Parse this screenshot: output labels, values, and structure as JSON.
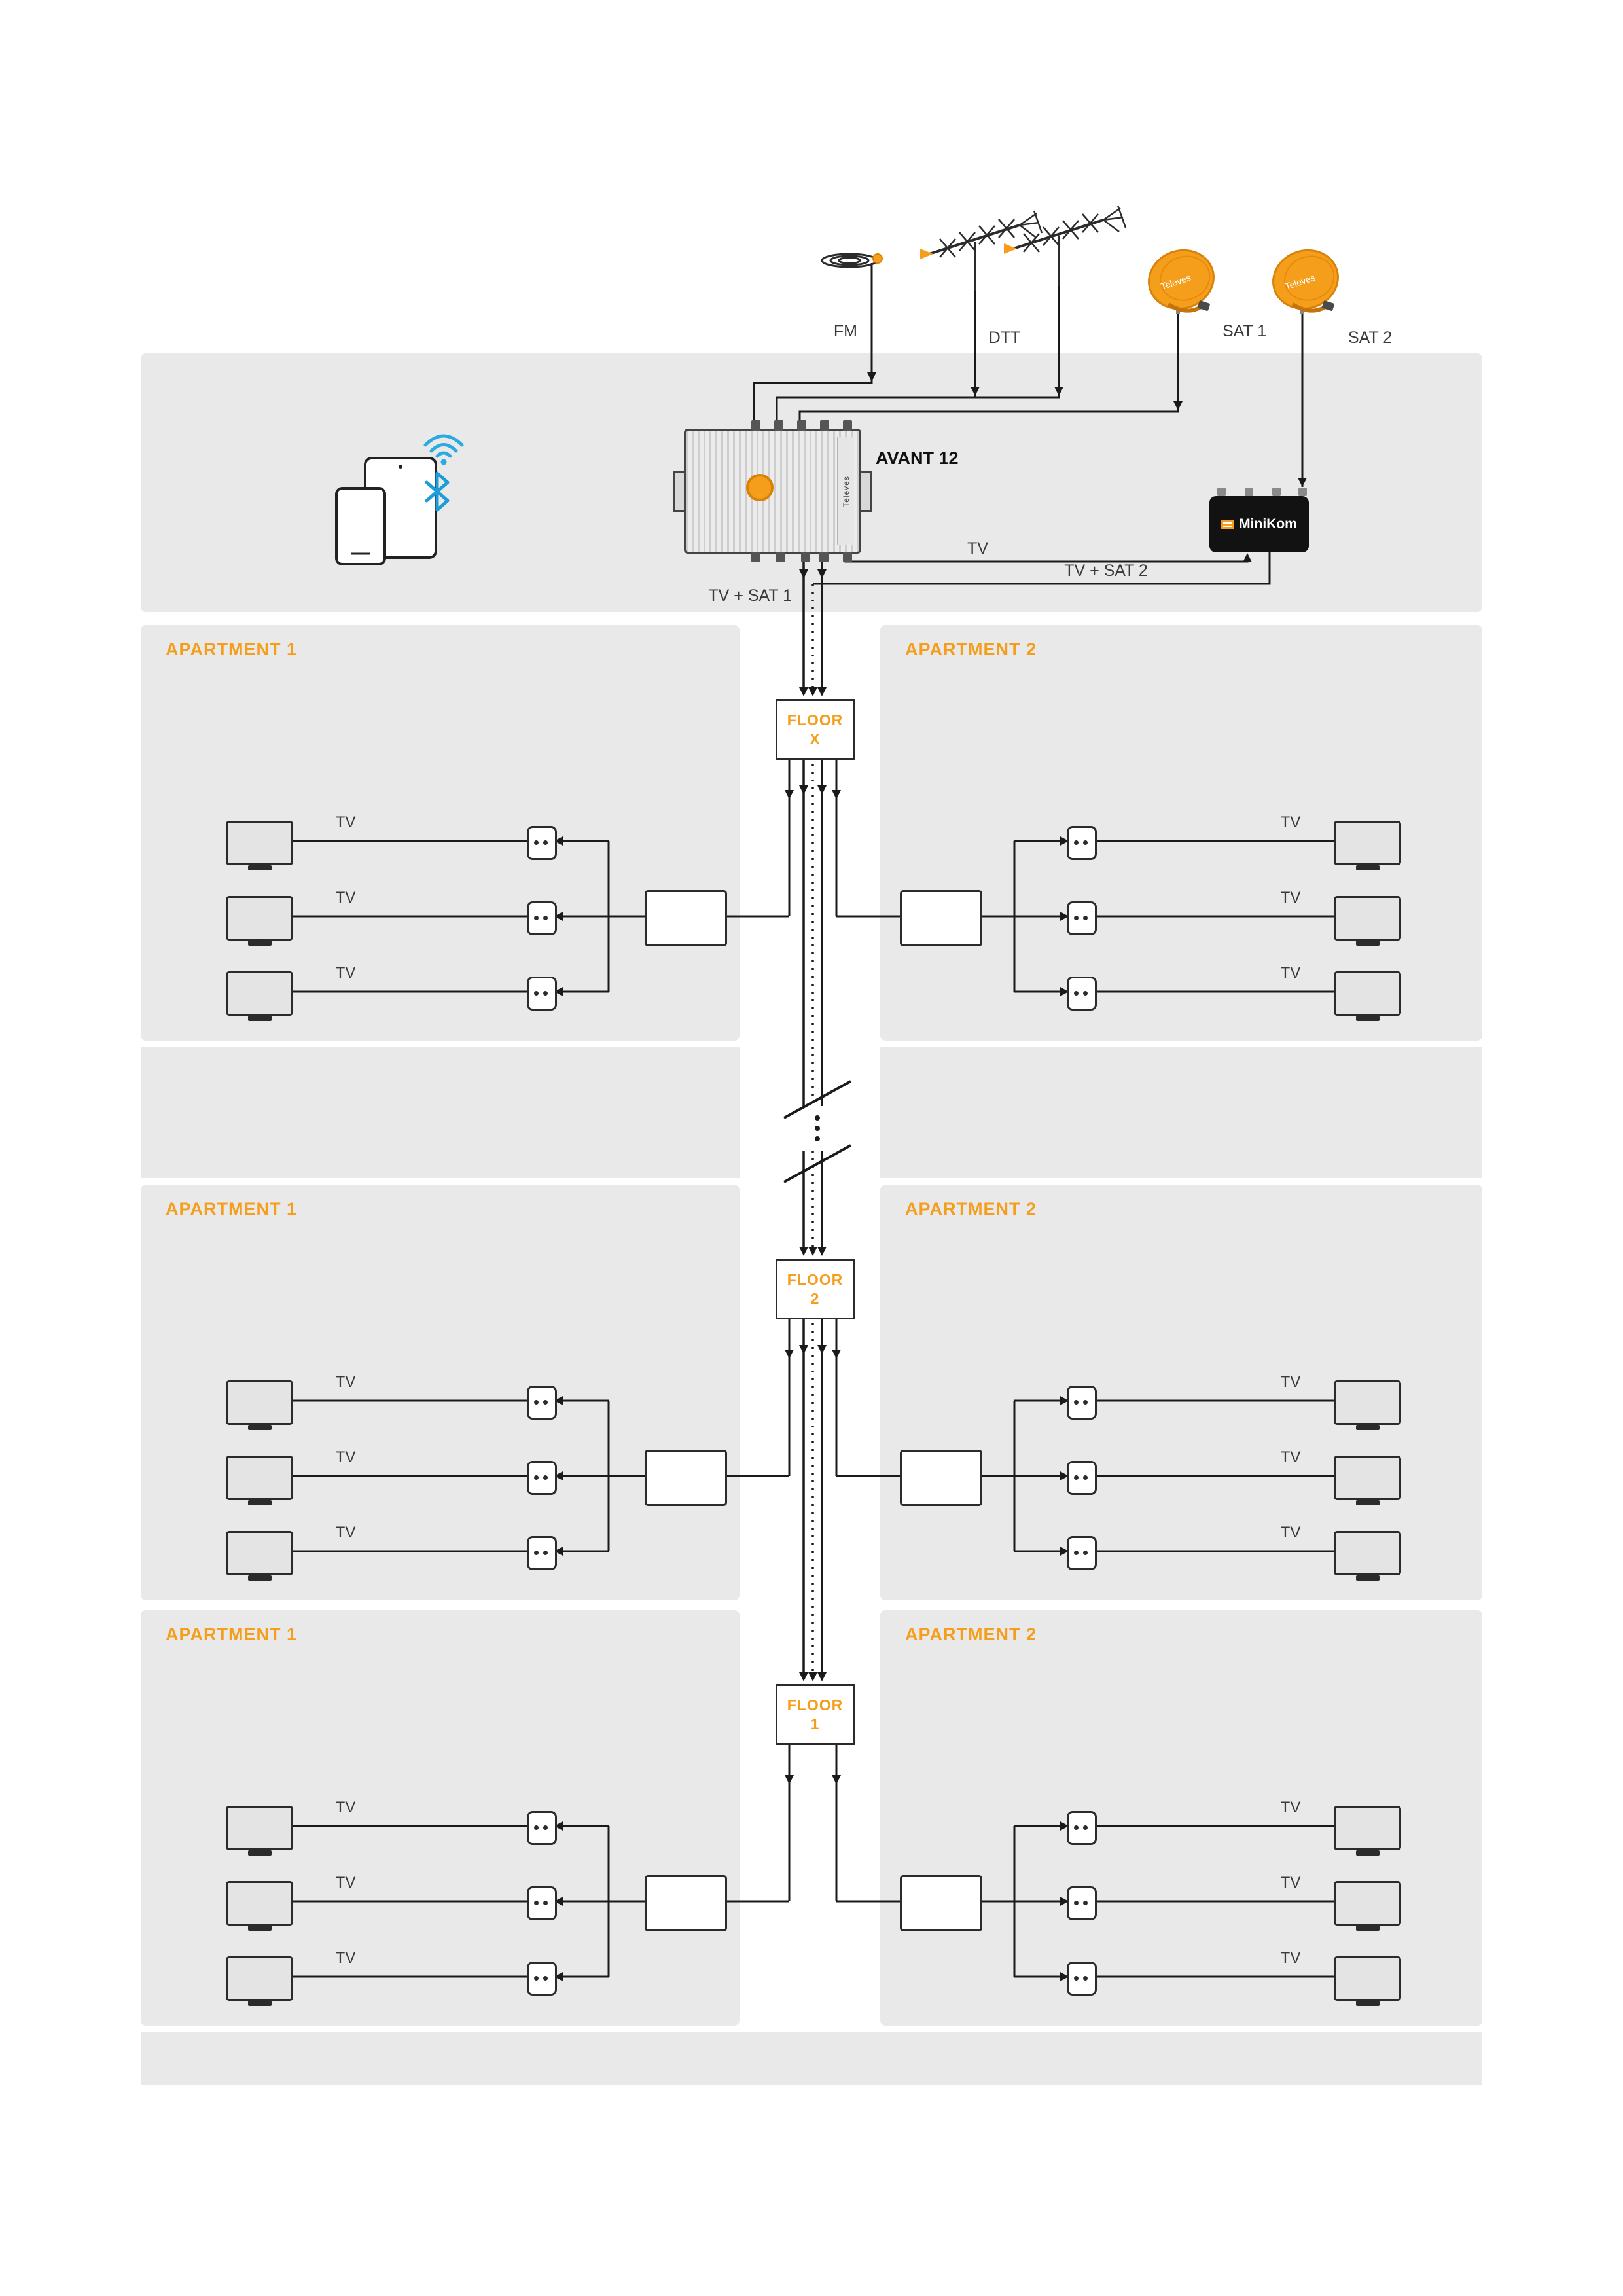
{
  "sources": {
    "fm": "FM",
    "dtt": "DTT",
    "sat1": "SAT 1",
    "sat2": "SAT 2"
  },
  "brand": {
    "televes": "Televes",
    "minikom": "MiniKom"
  },
  "headend": {
    "unit_label": "AVANT 12",
    "tv_label": "TV",
    "tv_sat1_label": "TV + SAT 1",
    "tv_sat2_label": "TV + SAT 2"
  },
  "apartments": {
    "left": "APARTMENT 1",
    "right": "APARTMENT 2",
    "tv": "TV"
  },
  "floor_word": "FLOOR",
  "floors": [
    {
      "number": "X"
    },
    {
      "number": "2"
    },
    {
      "number": "1"
    }
  ],
  "colors": {
    "accent_orange": "#F59E1C",
    "wireless_blue": "#29ABE2",
    "line_dark": "#1A1A1A",
    "panel_gray": "#E9E9E9"
  }
}
